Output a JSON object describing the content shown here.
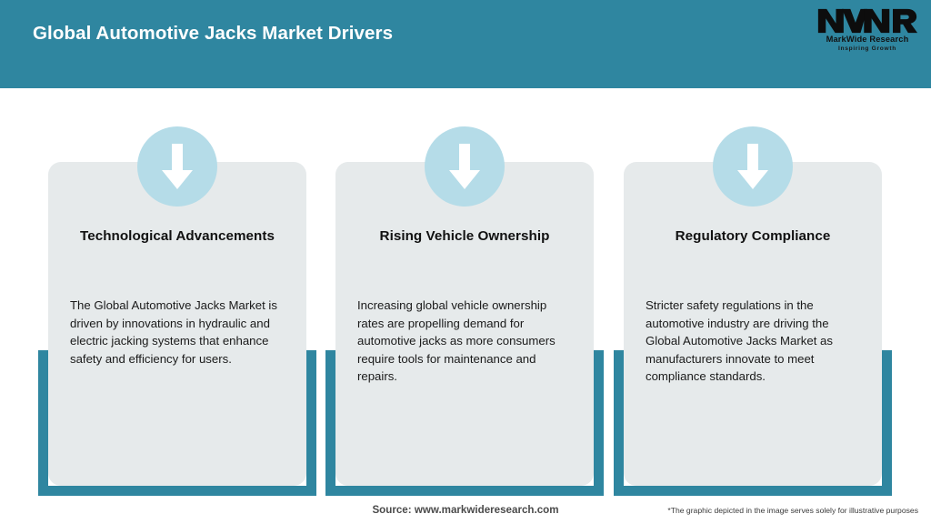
{
  "header": {
    "title": "Global Automotive Jacks Market Drivers",
    "background_color": "#2f86a0",
    "title_color": "#ffffff"
  },
  "logo": {
    "mark": "MWR",
    "name": "MarkWide Research",
    "tagline": "Inspiring Growth"
  },
  "theme": {
    "teal": "#2f86a0",
    "card_background": "#e6eaeb",
    "icon_circle": "#b5dce8",
    "icon_arrow": "#ffffff"
  },
  "cards": [
    {
      "icon": "arrow-down-icon",
      "title": "Technological Advancements",
      "body": "The Global Automotive Jacks Market is driven by innovations in hydraulic and electric jacking systems that enhance safety and efficiency for users."
    },
    {
      "icon": "arrow-down-icon",
      "title": "Rising Vehicle Ownership",
      "body": "Increasing global vehicle ownership rates are propelling demand for automotive jacks as more consumers require tools for maintenance and repairs."
    },
    {
      "icon": "arrow-down-icon",
      "title": "Regulatory Compliance",
      "body": "Stricter safety regulations in the automotive industry are driving the Global Automotive Jacks Market as manufacturers innovate to meet compliance standards."
    }
  ],
  "footer": {
    "source": "Source: www.markwideresearch.com",
    "disclaimer": "*The graphic depicted in the image serves solely for illustrative purposes"
  }
}
